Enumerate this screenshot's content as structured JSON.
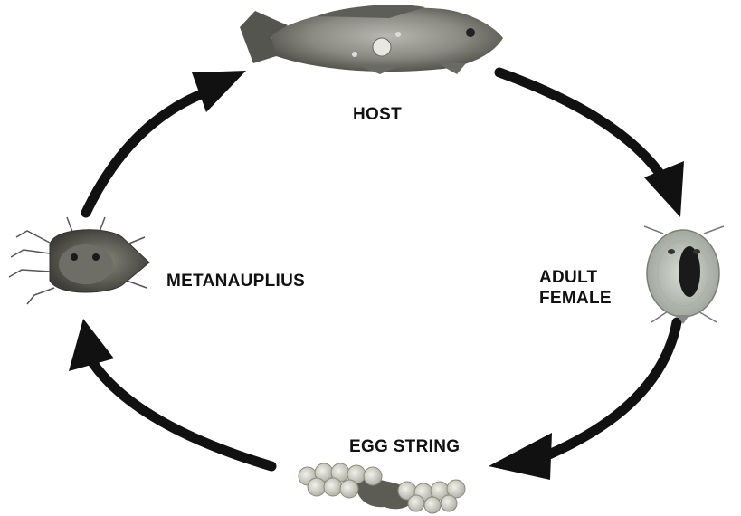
{
  "stages": {
    "host": "HOST",
    "adult_female": [
      "ADULT",
      "FEMALE"
    ],
    "egg_string": "EGG STRING",
    "metanauplius": "METANAUPLIUS"
  },
  "icons": {
    "host": "carp-fish-icon",
    "adult_female": "adult-female-louse-icon",
    "egg_string": "egg-string-icon",
    "metanauplius": "metanauplius-larva-icon"
  },
  "colors": {
    "arrow": "#111111",
    "text": "#111111"
  }
}
